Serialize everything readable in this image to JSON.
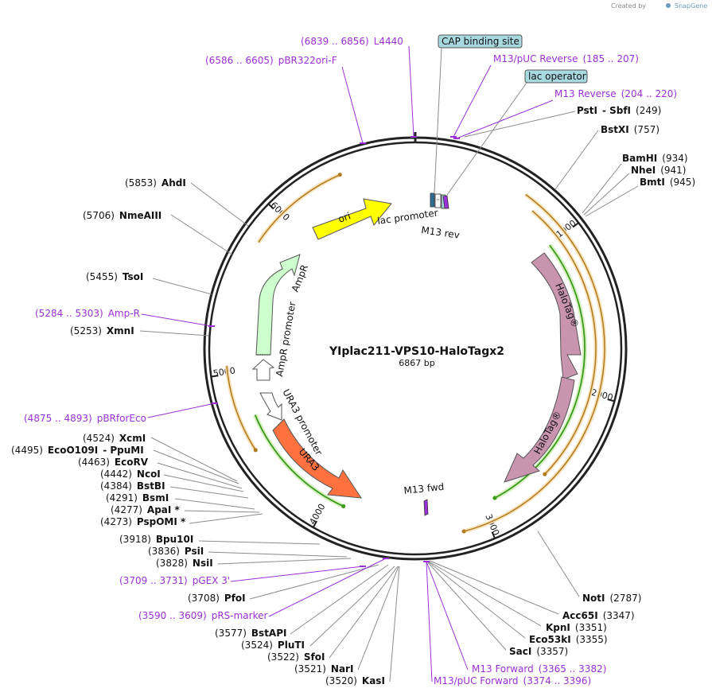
{
  "header": {
    "created_by": "Created by",
    "brand": "SnapGene"
  },
  "plasmid": {
    "name": "YIplac211-VPS10-HaloTagx2",
    "size_label": "6867 bp"
  },
  "tick_labels": [
    "1000",
    "2000",
    "3000",
    "4000",
    "5000",
    "6000"
  ],
  "features": {
    "ori": "ori",
    "ampr": "AmpR",
    "ampr_promoter": "AmpR promoter",
    "ura3_promoter": "URA3 promoter",
    "ura3": "URA3",
    "halotag1": "HaloTag®",
    "halotag2": "HaloTag®",
    "lac_promoter": "lac promoter",
    "m13_rev": "M13 rev",
    "m13_fwd": "M13 fwd"
  },
  "boxes": {
    "cap": "CAP binding site",
    "lac_operator": "lac operator"
  },
  "colors": {
    "ori": "#ffff00",
    "ampr": "#ccffcc",
    "ura3": "#ff7240",
    "halotag": "#c994ae",
    "primer": "#9b30d9",
    "orf_orange": "#e0a13c",
    "orf_green": "#3a9a1a",
    "box_fill": "#a8d8e0"
  },
  "labels": [
    {
      "id": "l4440",
      "kind": "primer",
      "pos": "(6839 .. 6856)",
      "name": "L4440"
    },
    {
      "id": "pbr322ori",
      "kind": "primer",
      "pos": "(6586 .. 6605)",
      "name": "pBR322ori-F"
    },
    {
      "id": "m13puc-rev",
      "kind": "primer",
      "name": "M13/pUC Reverse",
      "pos": "(185 .. 207)"
    },
    {
      "id": "m13-rev",
      "kind": "primer",
      "name": "M13 Reverse",
      "pos": "(204 .. 220)"
    },
    {
      "id": "psti",
      "kind": "enzyme",
      "name": "PstI",
      "name2": "SbfI",
      "pos": "(249)"
    },
    {
      "id": "bstxi",
      "kind": "enzyme",
      "name": "BstXI",
      "pos": "(757)"
    },
    {
      "id": "bamhi",
      "kind": "enzyme",
      "name": "BamHI",
      "pos": "(934)"
    },
    {
      "id": "nhei",
      "kind": "enzyme",
      "name": "NheI",
      "pos": "(941)"
    },
    {
      "id": "bmti",
      "kind": "enzyme",
      "name": "BmtI",
      "pos": "(945)"
    },
    {
      "id": "ahdi",
      "kind": "enzyme",
      "pos": "(5853)",
      "name": "AhdI"
    },
    {
      "id": "nmeaiii",
      "kind": "enzyme",
      "pos": "(5706)",
      "name": "NmeAIII"
    },
    {
      "id": "tsoi",
      "kind": "enzyme",
      "pos": "(5455)",
      "name": "TsoI"
    },
    {
      "id": "amp-r",
      "kind": "primer",
      "pos": "(5284 .. 5303)",
      "name": "Amp-R"
    },
    {
      "id": "xmni",
      "kind": "enzyme",
      "pos": "(5253)",
      "name": "XmnI"
    },
    {
      "id": "pbrforeco",
      "kind": "primer",
      "pos": "(4875 .. 4893)",
      "name": "pBRforEco"
    },
    {
      "id": "xcmi",
      "kind": "enzyme",
      "pos": "(4524)",
      "name": "XcmI"
    },
    {
      "id": "eco0109i",
      "kind": "enzyme",
      "pos": "(4495)",
      "name": "EcoO109I",
      "name2": "PpuMI"
    },
    {
      "id": "ecorv",
      "kind": "enzyme",
      "pos": "(4463)",
      "name": "EcoRV"
    },
    {
      "id": "ncoi",
      "kind": "enzyme",
      "pos": "(4442)",
      "name": "NcoI"
    },
    {
      "id": "bstbi",
      "kind": "enzyme",
      "pos": "(4384)",
      "name": "BstBI"
    },
    {
      "id": "bsmi",
      "kind": "enzyme",
      "pos": "(4291)",
      "name": "BsmI"
    },
    {
      "id": "apai",
      "kind": "enzyme",
      "pos": "(4277)",
      "name": "ApaI *"
    },
    {
      "id": "pspomi",
      "kind": "enzyme",
      "pos": "(4273)",
      "name": "PspOMI *"
    },
    {
      "id": "bpu10i",
      "kind": "enzyme",
      "pos": "(3918)",
      "name": "Bpu10I"
    },
    {
      "id": "psii",
      "kind": "enzyme",
      "pos": "(3836)",
      "name": "PsiI"
    },
    {
      "id": "nsii",
      "kind": "enzyme",
      "pos": "(3828)",
      "name": "NsiI"
    },
    {
      "id": "pgex3",
      "kind": "primer",
      "pos": "(3709 .. 3731)",
      "name": "pGEX 3'"
    },
    {
      "id": "pfoi",
      "kind": "enzyme",
      "pos": "(3708)",
      "name": "PfoI"
    },
    {
      "id": "prs-marker",
      "kind": "primer",
      "pos": "(3590 .. 3609)",
      "name": "pRS-marker"
    },
    {
      "id": "bstapi",
      "kind": "enzyme",
      "pos": "(3577)",
      "name": "BstAPI"
    },
    {
      "id": "pluti",
      "kind": "enzyme",
      "pos": "(3524)",
      "name": "PluTI"
    },
    {
      "id": "sfoi",
      "kind": "enzyme",
      "pos": "(3522)",
      "name": "SfoI"
    },
    {
      "id": "nari",
      "kind": "enzyme",
      "pos": "(3521)",
      "name": "NarI"
    },
    {
      "id": "kasi",
      "kind": "enzyme",
      "pos": "(3520)",
      "name": "KasI"
    },
    {
      "id": "noti",
      "kind": "enzyme",
      "name": "NotI",
      "pos": "(2787)"
    },
    {
      "id": "acc65i",
      "kind": "enzyme",
      "name": "Acc65I",
      "pos": "(3347)"
    },
    {
      "id": "kpni",
      "kind": "enzyme",
      "name": "KpnI",
      "pos": "(3351)"
    },
    {
      "id": "eco53ki",
      "kind": "enzyme",
      "name": "Eco53kI",
      "pos": "(3355)"
    },
    {
      "id": "saci",
      "kind": "enzyme",
      "name": "SacI",
      "pos": "(3357)"
    },
    {
      "id": "m13-fwd",
      "kind": "primer",
      "name": "M13 Forward",
      "pos": "(3365 .. 3382)"
    },
    {
      "id": "m13puc-fwd",
      "kind": "primer",
      "name": "M13/pUC Forward",
      "pos": "(3374 .. 3396)"
    }
  ]
}
